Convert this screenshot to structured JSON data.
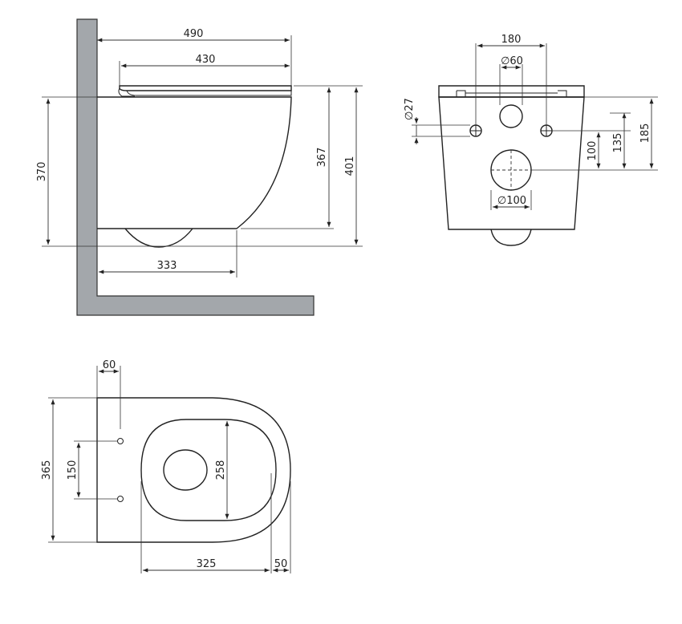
{
  "side_view": {
    "dims": {
      "d490": "490",
      "d430": "430",
      "d370": "370",
      "d367": "367",
      "d401": "401",
      "d333": "333"
    }
  },
  "front_view": {
    "dims": {
      "d180": "180",
      "d60": "∅60",
      "d27": "∅27",
      "d100v": "100",
      "d135": "135",
      "d185": "185",
      "d100c": "∅100"
    }
  },
  "top_view": {
    "dims": {
      "d60": "60",
      "d365": "365",
      "d150": "150",
      "d258": "258",
      "d325": "325",
      "d50": "50"
    }
  },
  "colors": {
    "wall": "#a3a7ab",
    "line": "#222222"
  }
}
